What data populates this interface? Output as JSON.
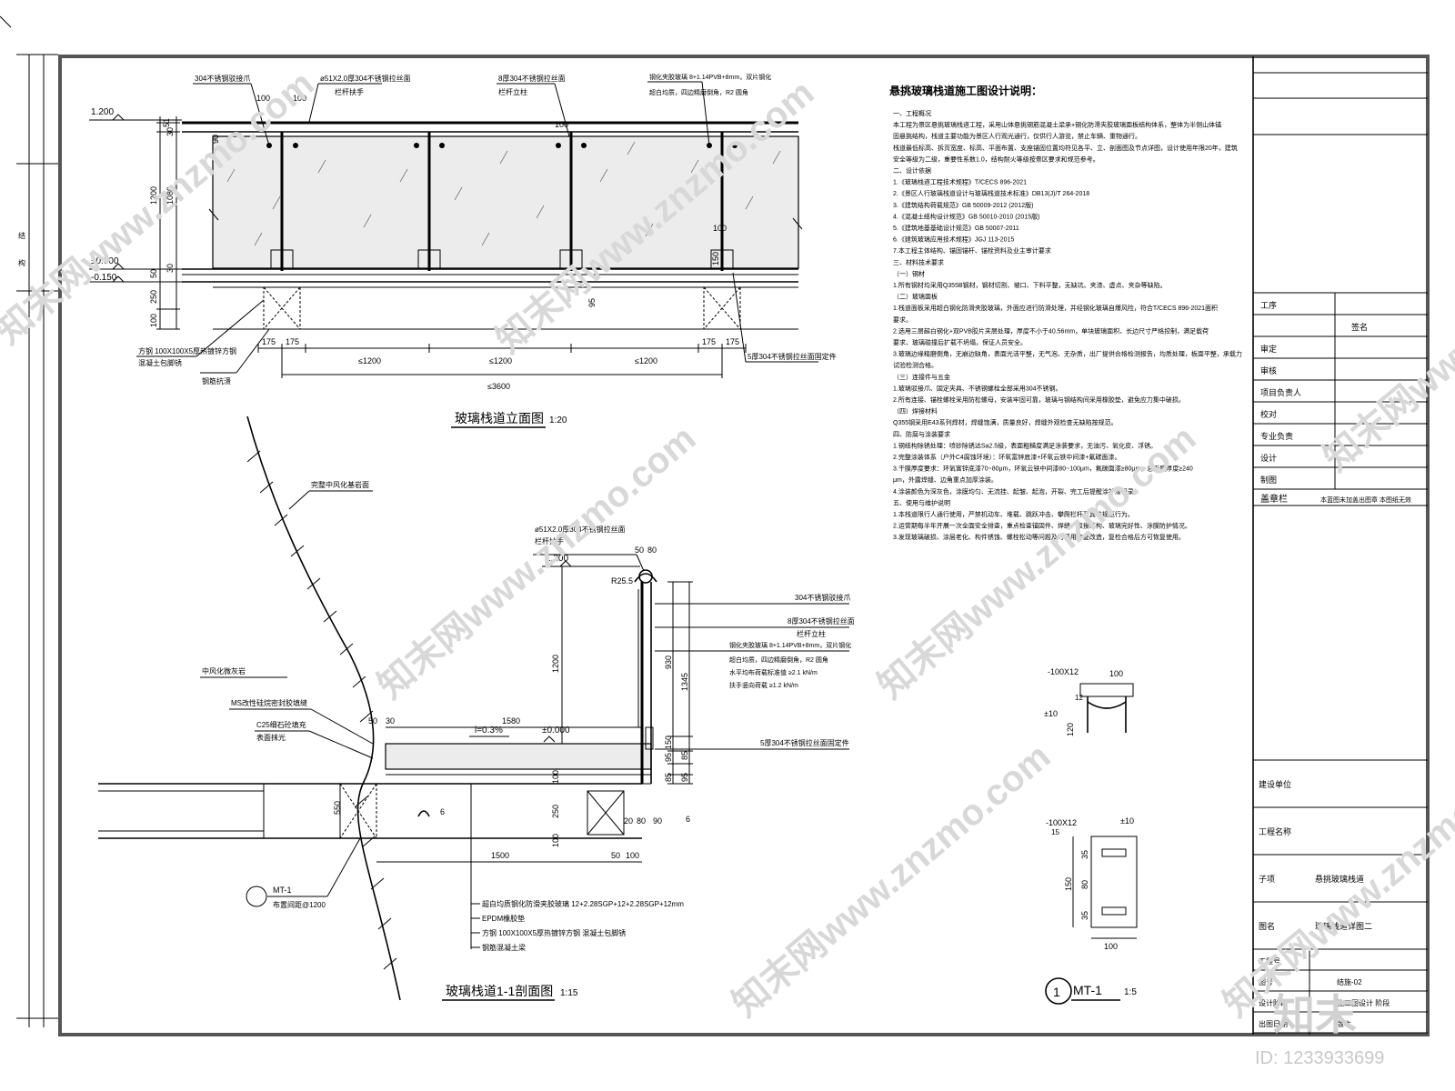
{
  "elevation": {
    "title": "玻璃栈道立面图",
    "scale": "1:20",
    "callouts": [
      "304不锈钢驳接爪",
      "ø51X2.0厚304不锈钢拉丝面",
      "栏杆扶手",
      "8厚304不锈钢拉丝面",
      "栏杆立柱",
      "钢化夹胶玻璃 8+1.14PVB+8mm，双片钢化",
      "超白均质，四边精磨倒角，R2 圆角",
      "方钢 100X100X5厚热镀锌方钢",
      "混凝土包脚锈",
      "钢筋抗溃",
      "5厚304不锈钢拉丝面固定件"
    ],
    "levels": [
      "1.200",
      "±0.000",
      "-0.150"
    ],
    "vdims": [
      "51",
      "30",
      "90",
      "1200",
      "1080",
      "30",
      "50",
      "250",
      "100"
    ],
    "small_dims": [
      "100",
      "100",
      "100",
      "100",
      "95",
      "150"
    ],
    "hdims": [
      "175",
      "175",
      "≤1200",
      "≤1200",
      "≤1200",
      "175",
      "175",
      "≤3600"
    ]
  },
  "section": {
    "title": "玻璃栈道1-1剖面图",
    "scale": "1:15",
    "callouts": [
      "完整中风化基岩面",
      "中风化微灰岩",
      "MS改性硅烷密封胶填缝",
      "C25细石砼填充",
      "表面抹光",
      "ø51X2.0厚304不锈钢拉丝面",
      "栏杆扶手",
      "304不锈钢驳接爪",
      "8厚304不锈钢拉丝面",
      "栏杆立柱",
      "钢化夹胶玻璃 8+1.14PVB+8mm，双片钢化",
      "超白均质，四边精磨倒角，R2 圆角",
      "水平均布荷载标准值 ≥2.1 kN/m",
      "扶手竖向荷载 ≥1.2 kN/m",
      "5厚304不锈钢拉丝面固定件"
    ],
    "bottom_callouts": [
      "超白均质钢化防滑夹胶玻璃 12+2.28SGP+12+2.28SGP+12mm",
      "EPDM橡胶垫",
      "方钢 100X100X5厚热镀锌方钢 混凝土包脚锈",
      "钢筋混凝土梁"
    ],
    "level_top": "1.200",
    "level_deck": "±0.000",
    "slope": "i=0.3%",
    "radius": "R25.5",
    "dims": [
      "50",
      "80",
      "1580",
      "1200",
      "930",
      "1345",
      "150",
      "95",
      "85",
      "100",
      "85",
      "95",
      "250",
      "100",
      "20",
      "80",
      "90",
      "50",
      "100",
      "1500",
      "550",
      "50",
      "30"
    ],
    "section_mark": "6",
    "detail_label": "MT-1",
    "detail_note": "布置间距@1200"
  },
  "detail": {
    "label": "MT-1",
    "number": "1",
    "scale": "1:5",
    "labels": [
      "-100X12",
      "±10",
      "-100X12",
      "±10"
    ],
    "dims": [
      "100",
      "12",
      "120",
      "15",
      "35",
      "80",
      "35",
      "150",
      "100"
    ]
  },
  "notes": {
    "title": "悬挑玻璃栈道施工图设计说明：",
    "lines": [
      "一、工程概况",
      "本工程为景区悬挑玻璃栈道工程，采用山体悬挑钢筋混凝土梁承+钢化防滑夹胶玻璃面板结构体系，整体为半侧山体锚",
      "固悬挑结构，栈道主要功能为景区人行观光通行，仅供行人游览，禁止车辆、重物通行。",
      "栈道最低标高、拆页宽度、标高、平面布置、支座锚固位置均符见各平、立、剖面图及节点详图，设计使用年限20年，建筑",
      "安全等级为二级，重要性系数1.0，结构耐火等级按景区要求和规范参考。",
      "二、设计依据",
      "1.《玻璃栈道工程技术规程》T/CECS 896-2021",
      "2.《景区人行玻璃栈道设计与玻璃栈道技术标准》DB13(J)/T 264-2018",
      "3.《建筑结构荷载规范》GB 50009-2012 (2012版)",
      "4.《混凝土结构设计规范》GB 50010-2010 (2015版)",
      "5.《建筑地基基础设计规范》GB 50007-2011",
      "6.《建筑玻璃应用技术规程》JGJ 113-2015",
      "7.本工程主体结构、锚固锚杆、锚栓资料及业主审计要求",
      "三、材料技术要求",
      "（一）钢材",
      "1.所有钢材均采用Q355B钢材，钢材切割、坡口、下料平整，无缺坑、夹渣、虚点、夹杂等缺陷。",
      "（二）玻璃面板",
      "1.栈道面板采用超白钢化防滑夹胶玻璃，外面应进行防滑处理，并经钢化玻璃自爆风险，符合T/CECS 896-2021面积",
      "要求。",
      "2.选用三层超白钢化+双PVB胶片夹层处理，厚度不小于40.56mm，单块玻璃面积、长边尺寸严格控制，满足载荷",
      "要求、玻璃碰撞后扩载不坍塌，保证人员安全。",
      "3.玻璃边缘精磨倒角，无崩边缺角，表面光洁平整，无气泡、无杂质，出厂提供合格检测报告，均质处理，板面平整，承载力",
      "试验检测合格。",
      "（三）连接件与五金",
      "1.玻璃驳接爪、固定夹具、不锈钢螺栓全部采用304不锈钢。",
      "2.所有连接、锚栓螺栓采用防松螺母，安装牢固可靠，玻璃与钢结构间采用橡胶垫，避免应力集中破损。",
      "（四）焊接材料",
      "Q355钢采用E43系列焊材，焊缝饱满，质量良好，焊缝外观检查无缺陷按规范。",
      "四、防腐与涂装要求",
      "1.钢结构除锈处理：喷砂除锈达Sa2.5级，表面粗糙度满足涂装要求，无油污、氧化皮、浮锈。",
      "2.完整涂装体系（户外C4腐蚀环境）：环氧富锌底漆+环氧云铁中间漆+氟碳面漆。",
      "3.干膜厚度要求：环氧富锌底漆70~80μm，环氧云铁中间漆80~100μm，氟碳面漆≥80μm，总干膜厚度≥240",
      "μm，外露焊缝、边角重点加厚涂装。",
      "4.涂装颜色为深灰色，涂膜均匀、无流挂、起皱、起泡，开裂、完工后提醒涂补漆记录。",
      "五、使用与维护说明",
      "1.本栈道限行人通行使用，严禁机动车、堆载、跳跃冲击、攀爬栏杆及其非规范行为。",
      "2.运营期每半年开展一次全面安全排查，重点检查锚固件、焊缝、驳接结构、玻璃完好性、涂膜防护情况。",
      "3.发现玻璃破损、涂层老化、构件锈蚀、螺栓松动等问题及时停用修复改造，复检合格后方可恢复使用。"
    ]
  },
  "title_block": {
    "roles": [
      "工序",
      "签名",
      "审定",
      "审核",
      "项目负责人",
      "校对",
      "专业负责",
      "设计",
      "制图"
    ],
    "stamp_label": "盖章栏",
    "stamp_note": "本蓝图未加盖出图章 本图纸无效",
    "rows": [
      {
        "label": "建设单位",
        "value": ""
      },
      {
        "label": "工程名称",
        "value": ""
      },
      {
        "label": "子项",
        "value": "悬挑玻璃栈道"
      },
      {
        "label": "图名",
        "value": "玻璃栈道详图二"
      }
    ],
    "info": [
      {
        "label": "工程号",
        "value": ""
      },
      {
        "label": "图号",
        "value": "结施-02"
      },
      {
        "label": "设计阶段",
        "value": "施工图设计 阶段"
      },
      {
        "label": "出图日期",
        "value": "版本"
      }
    ],
    "corner_left": [
      "结",
      "构"
    ]
  },
  "watermark": {
    "text": "知末网www.znzmo.com",
    "logo": "知末",
    "id": "ID: 1233933699"
  }
}
